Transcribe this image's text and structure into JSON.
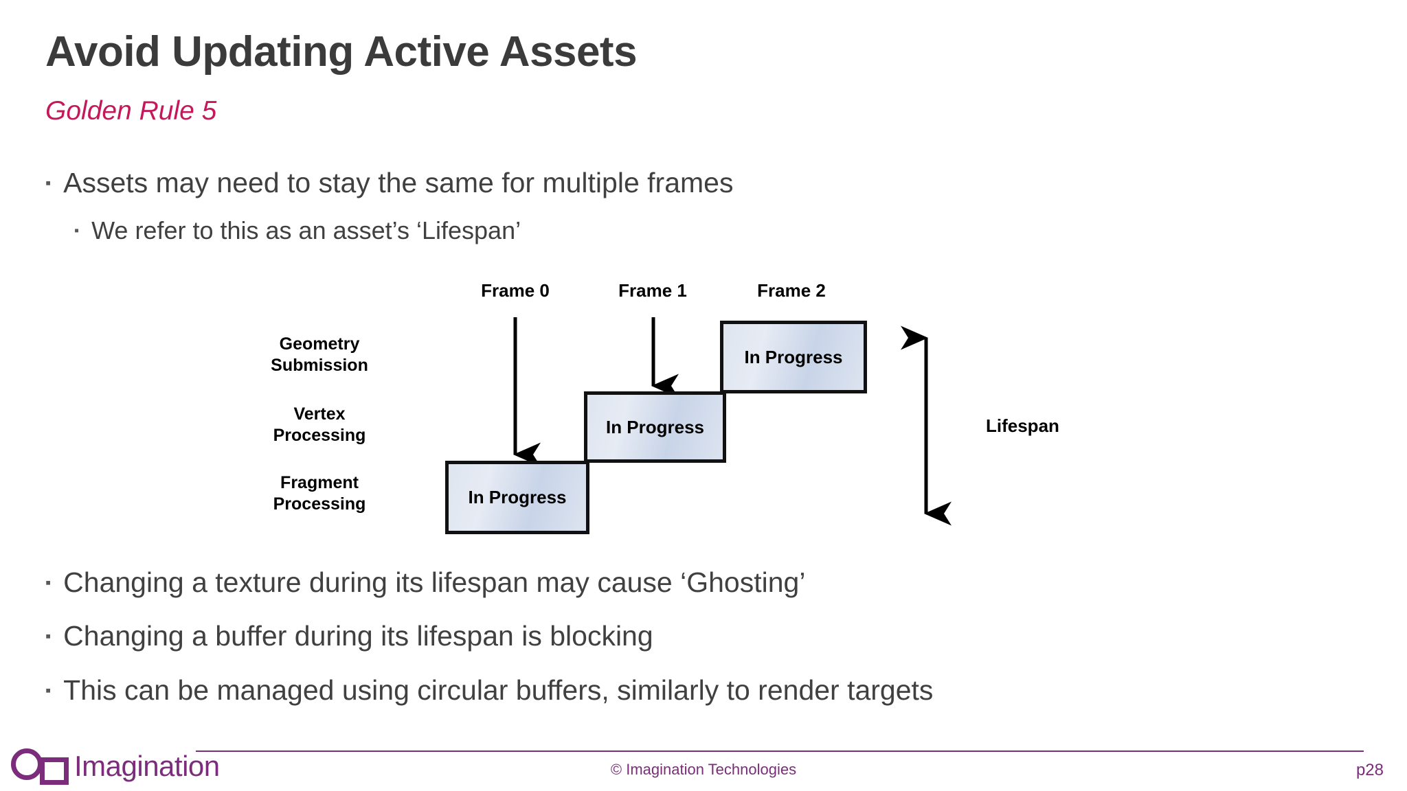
{
  "slide": {
    "title": "Avoid Updating Active Assets",
    "subtitle": "Golden Rule 5",
    "bullet_marker": "▪",
    "bullets": [
      {
        "level": 1,
        "text": "Assets may need to stay the same for multiple frames"
      },
      {
        "level": 2,
        "text": "We refer to this as an asset’s ‘Lifespan’"
      },
      {
        "level": 1,
        "text": "Changing a texture during its lifespan may cause ‘Ghosting’"
      },
      {
        "level": 1,
        "text": "Changing a buffer during its lifespan is blocking"
      },
      {
        "level": 1,
        "text": "This can be managed using circular buffers, similarly to render targets"
      }
    ]
  },
  "diagram": {
    "stage_labels": [
      {
        "line1": "Geometry",
        "line2": "Submission"
      },
      {
        "line1": "Vertex",
        "line2": "Processing"
      },
      {
        "line1": "Fragment",
        "line2": "Processing"
      }
    ],
    "frame_labels": [
      "Frame 0",
      "Frame 1",
      "Frame 2"
    ],
    "boxes": [
      {
        "label": "In Progress",
        "stage": "Geometry Submission",
        "frame": "Frame 2"
      },
      {
        "label": "In Progress",
        "stage": "Vertex Processing",
        "frame": "Frame 1"
      },
      {
        "label": "In Progress",
        "stage": "Fragment Processing",
        "frame": "Frame 0"
      }
    ],
    "lifespan_label": "Lifespan"
  },
  "footer": {
    "logo_word": "Imagination",
    "copyright": "© Imagination Technologies",
    "page": "p28"
  },
  "colors": {
    "title": "#3b3b3b",
    "subtitle": "#c4185b",
    "body": "#404040",
    "brand_purple": "#7b2d7b",
    "box_border": "#111111",
    "box_fill_light": "#e6ebf4",
    "box_fill_dark": "#c8d4e8"
  }
}
